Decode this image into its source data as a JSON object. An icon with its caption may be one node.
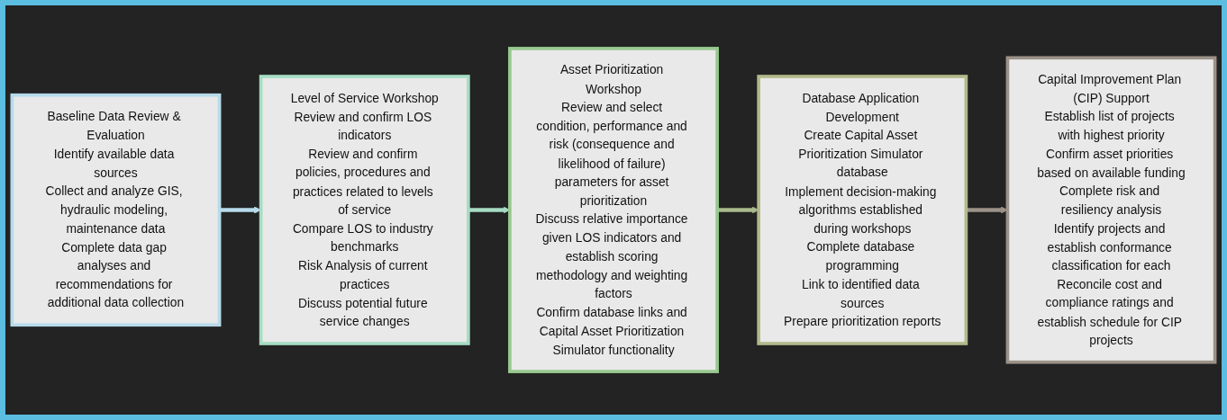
{
  "diagram": {
    "nodes": [
      {
        "text": [
          "Baseline Data Review & Evaluation",
          "Identify available data sources",
          "Collect and analyze GIS, hydraulic modeling, maintenance data",
          "Complete data gap analyses and recommendations for additional data collection"
        ]
      },
      {
        "text": [
          "Level of Service Workshop",
          "Review and confirm LOS indicators",
          "Review and confirm policies, procedures and practices related to levels of service",
          "Compare LOS to industry benchmarks",
          "Risk Analysis of current practices",
          "Discuss potential future service changes"
        ]
      },
      {
        "text": [
          "Asset Prioritization Workshop",
          "Review and select condition, performance and risk (consequence and likelihood of failure) parameters for asset prioritization",
          "Discuss relative importance given LOS indicators and establish scoring methodology and weighting factors",
          "Confirm database links and Capital Asset Prioritization Simulator functionality"
        ]
      },
      {
        "text": [
          "Database Application Development",
          "Create Capital Asset Prioritization Simulator database",
          "Implement decision-making algorithms established during workshops",
          "Complete database programming",
          "Link to identified data sources",
          "Prepare prioritization reports"
        ]
      },
      {
        "text": [
          "Capital Improvement Plan (CIP) Support",
          "Establish list of projects with highest priority",
          "Confirm asset priorities based on available funding",
          "Complete risk and resiliency analysis",
          "Identify projects and establish conformance classification for each",
          "Reconcile cost and compliance ratings and establish schedule for CIP projects"
        ]
      }
    ],
    "edges": [
      {
        "from": 0,
        "to": 1,
        "arrow": "to",
        "color": "#b7dbea"
      },
      {
        "from": 1,
        "to": 2,
        "arrow": "to",
        "color": "#a6dcc3"
      },
      {
        "from": 2,
        "to": 3,
        "arrow": "to",
        "color": "#a9b98c"
      },
      {
        "from": 3,
        "to": 4,
        "arrow": "to",
        "color": "#9c9288"
      }
    ]
  }
}
